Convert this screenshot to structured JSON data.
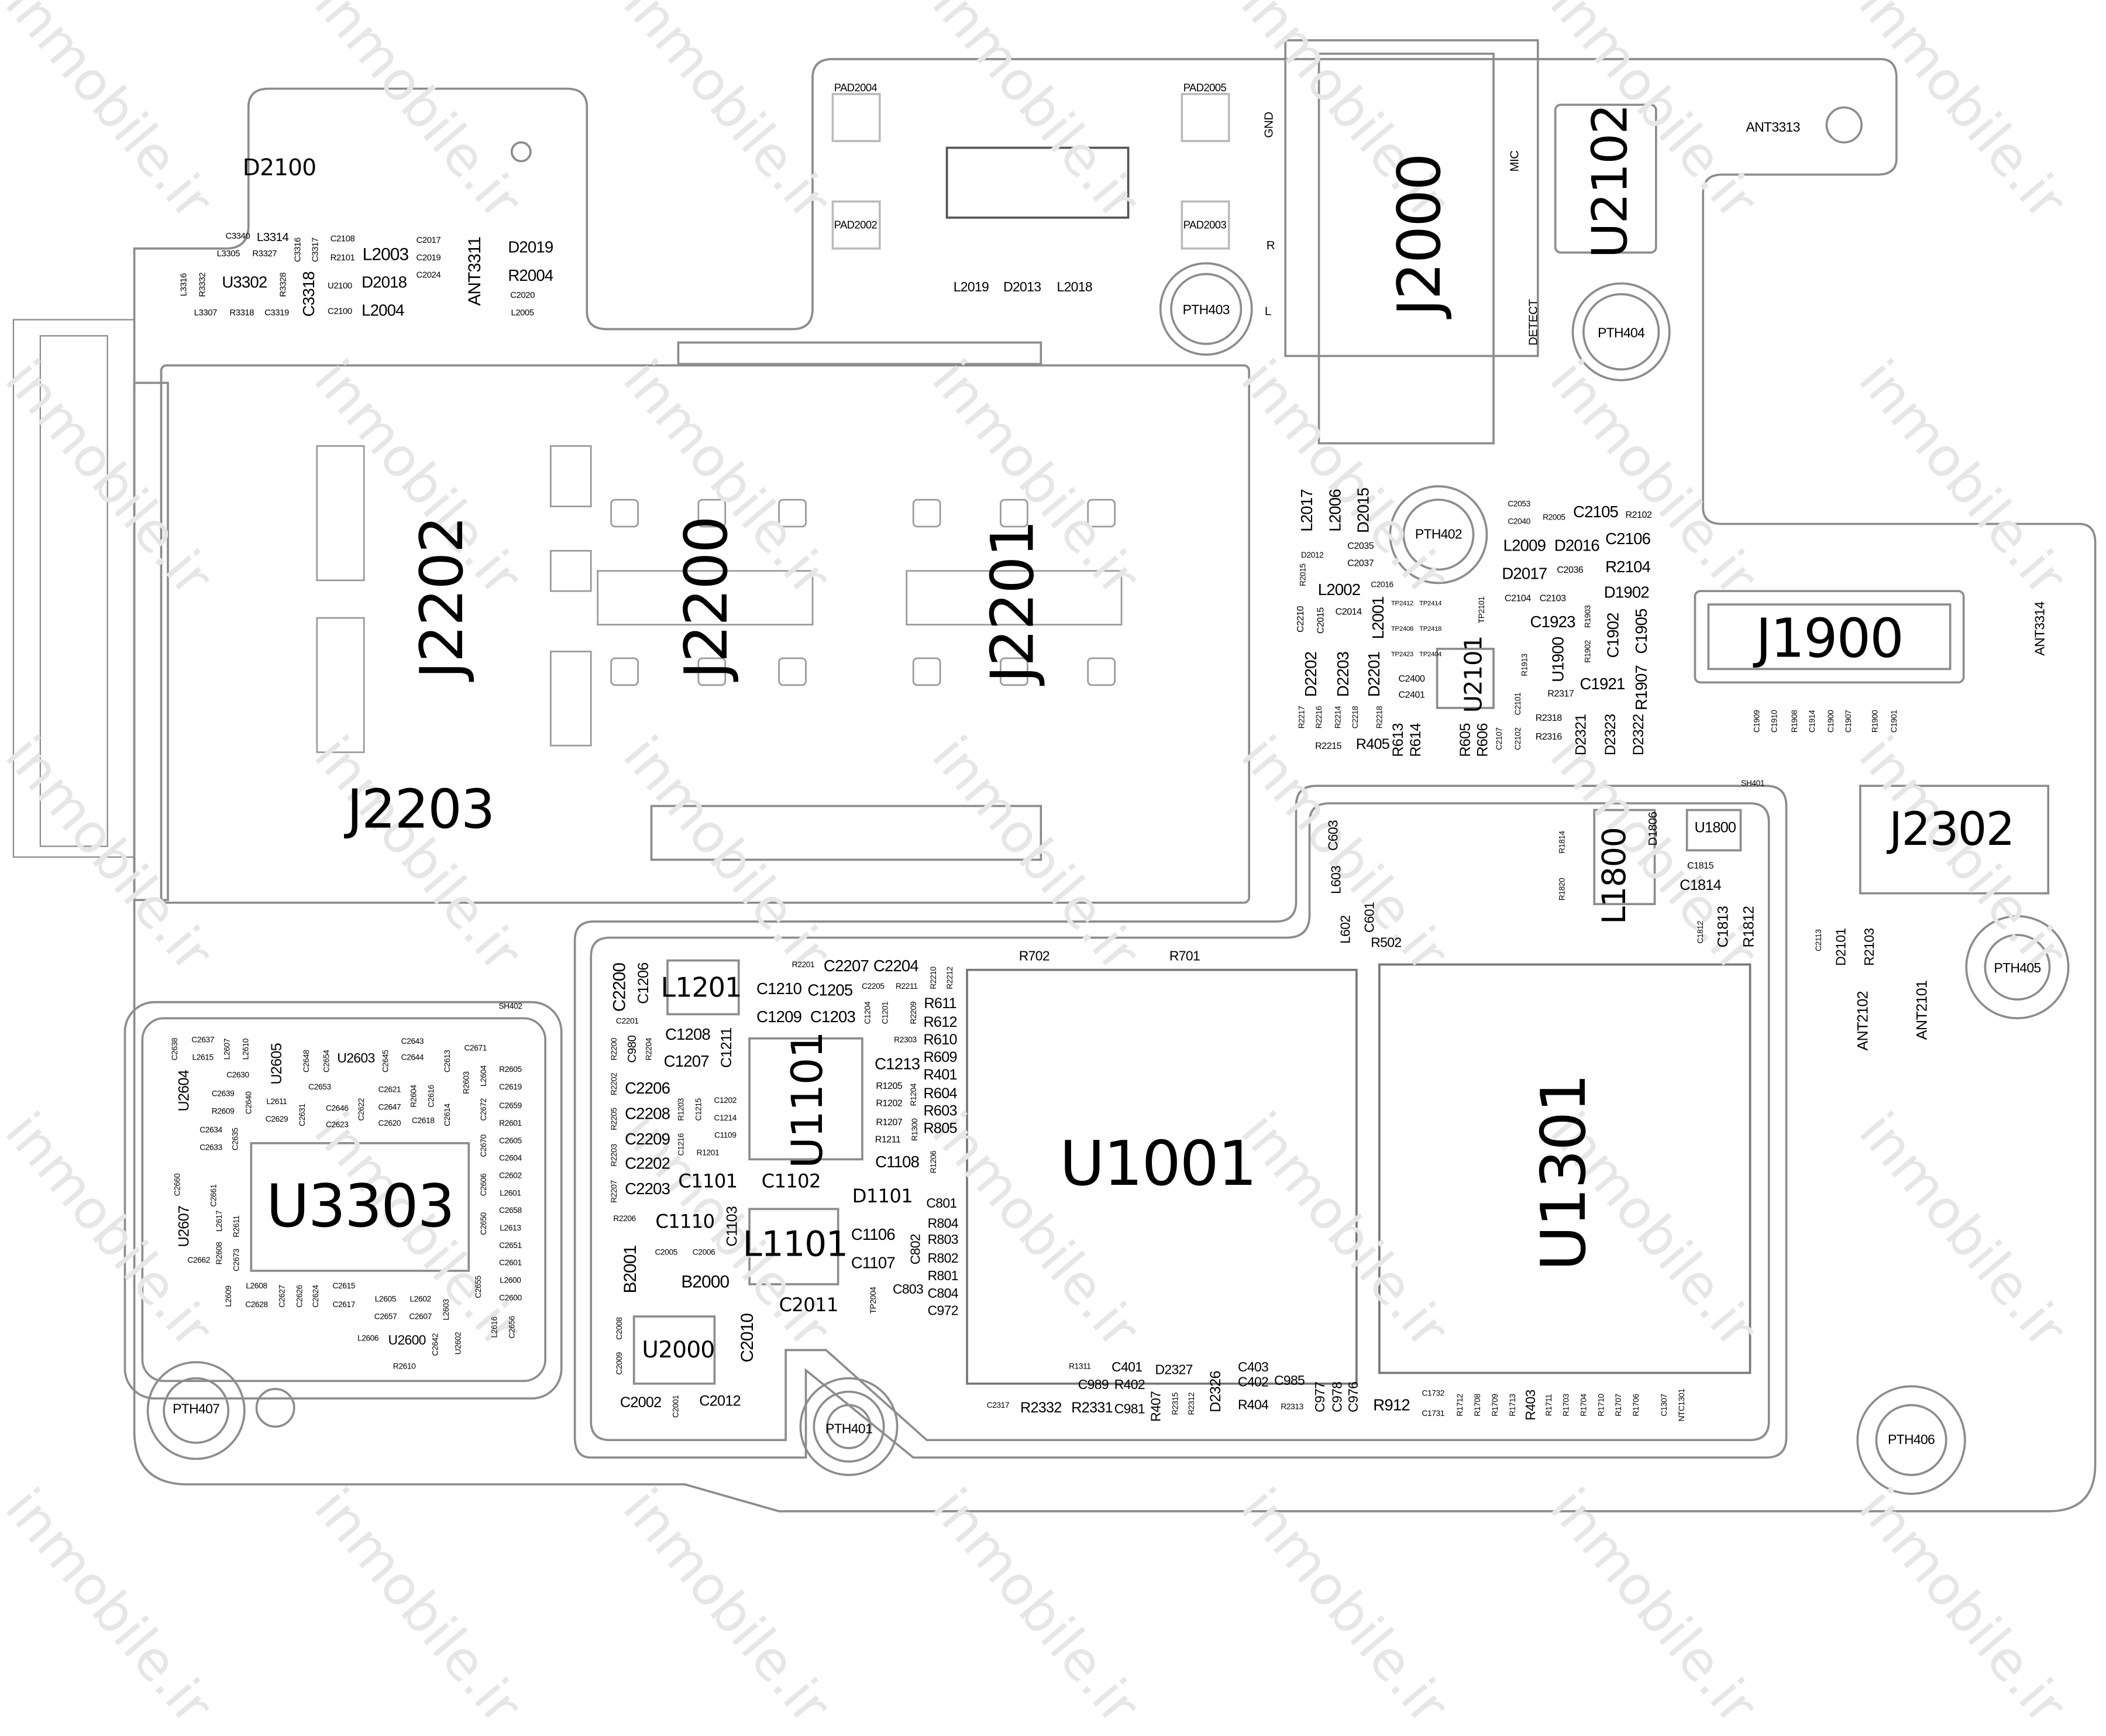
{
  "watermark": "inmobile.ir",
  "colors": {
    "outline": "#8c8c8c",
    "pad": "#9a9a9a",
    "text": "#000000",
    "watermark": "#e6e6e6"
  },
  "labels": [
    "D2100",
    "C3340",
    "L3314",
    "L3305",
    "R3327",
    "C3316",
    "C3317",
    "C2108",
    "R2101",
    "L2003",
    "C2017",
    "C2019",
    "C2024",
    "ANT3311",
    "D2019",
    "R2004",
    "C2020",
    "L2005",
    "L3316",
    "R3332",
    "U3302",
    "R3328",
    "C3318",
    "U2100",
    "D2018",
    "L3307",
    "R3318",
    "C3319",
    "C2100",
    "L2004",
    "PAD2004",
    "PAD2005",
    "PAD2002",
    "PAD2003",
    "L2019",
    "D2013",
    "L2018",
    "PTH403",
    "GND",
    "R",
    "L",
    "MIC",
    "DETECT",
    "J2000",
    "U2102",
    "ANT3313",
    "PTH404",
    "J2202",
    "J2200",
    "J2201",
    "J2203",
    "L2017",
    "L2006",
    "D2015",
    "D2012",
    "C2035",
    "C2037",
    "R2015",
    "L2002",
    "C2016",
    "PTH402",
    "C2053",
    "C2040",
    "R2005",
    "C2105",
    "R2102",
    "L2009",
    "D2016",
    "C2106",
    "D2017",
    "C2036",
    "R2104",
    "D1902",
    "C2104",
    "C2103",
    "TP2101",
    "C2210",
    "C2015",
    "C2014",
    "L2001",
    "TP2412",
    "TP2414",
    "TP2408",
    "TP2418",
    "TP2423",
    "TP2404",
    "C1923",
    "R1903",
    "C1902",
    "C1905",
    "U2101",
    "D2202",
    "D2203",
    "D2201",
    "C2400",
    "C2401",
    "R1913",
    "U1900",
    "R1902",
    "C1921",
    "R1907",
    "R2317",
    "C2101",
    "R2217",
    "R2216",
    "R2214",
    "C2218",
    "R2218",
    "R2215",
    "R405",
    "R613",
    "R614",
    "R605",
    "R606",
    "C2107",
    "C2102",
    "R2318",
    "R2316",
    "D2321",
    "D2323",
    "D2322",
    "J1900",
    "ANT3314",
    "C1909",
    "C1910",
    "R1908",
    "C1914",
    "C1900",
    "C1907",
    "R1900",
    "C1901",
    "SH401",
    "J2302",
    "R1814",
    "R1820",
    "L1800",
    "D1806",
    "U1800",
    "C1815",
    "C1814",
    "C1812",
    "C1813",
    "R1812",
    "C2113",
    "D2101",
    "R2103",
    "ANT2102",
    "ANT2101",
    "PTH405",
    "PTH406",
    "PTH407",
    "PTH401",
    "SH402",
    "C603",
    "L603",
    "C601",
    "L602",
    "R502",
    "R702",
    "R701",
    "U1001",
    "U1301",
    "C2638",
    "C2637",
    "L2607",
    "L2610",
    "L2615",
    "C2630",
    "U2604",
    "U2605",
    "C2648",
    "C2654",
    "U2603",
    "C2645",
    "C2643",
    "C2644",
    "C2613",
    "C2671",
    "R2603",
    "L2604",
    "R2605",
    "C2619",
    "C2659",
    "R2601",
    "C2605",
    "C2604",
    "C2602",
    "L2601",
    "C2658",
    "L2613",
    "C2651",
    "C2601",
    "L2600",
    "C2600",
    "C2672",
    "C2670",
    "C2606",
    "C2650",
    "C2655",
    "L2616",
    "C2656",
    "C2639",
    "R2609",
    "C2640",
    "L2611",
    "C2629",
    "C2653",
    "C2631",
    "C2646",
    "C2623",
    "C2622",
    "C2621",
    "C2647",
    "C2620",
    "R2604",
    "C2616",
    "C2614",
    "C2618",
    "C2634",
    "C2633",
    "C2635",
    "U3303",
    "C2660",
    "U2607",
    "C2661",
    "L2617",
    "R2611",
    "R2608",
    "C2662",
    "C2673",
    "L2609",
    "L2608",
    "C2628",
    "C2627",
    "C2626",
    "C2624",
    "C2615",
    "C2617",
    "L2605",
    "L2602",
    "C2657",
    "C2607",
    "L2603",
    "L2606",
    "U2600",
    "C2642",
    "U2602",
    "R2610",
    "C2200",
    "C1206",
    "L1201",
    "R2201",
    "C2207",
    "C2204",
    "R2210",
    "R2212",
    "C1210",
    "C1205",
    "C2205",
    "R2211",
    "C1209",
    "C1203",
    "C1204",
    "C1201",
    "R2209",
    "R611",
    "R612",
    "R610",
    "R609",
    "R401",
    "R604",
    "R603",
    "R805",
    "C2201",
    "R2200",
    "C980",
    "R2204",
    "C1208",
    "C1207",
    "C1211",
    "R2303",
    "C1213",
    "U1101",
    "R2202",
    "C2206",
    "R2205",
    "C2208",
    "R1203",
    "C1215",
    "C1202",
    "C1214",
    "C1109",
    "R1205",
    "R1202",
    "R1207",
    "R1211",
    "R1204",
    "R1300",
    "R2203",
    "C2209",
    "C2202",
    "C1216",
    "R1201",
    "C1108",
    "R1206",
    "R2207",
    "C2203",
    "C1101",
    "C1102",
    "D1101",
    "C801",
    "R2206",
    "C1110",
    "C1103",
    "C1106",
    "C1107",
    "C802",
    "R804",
    "R803",
    "R802",
    "R801",
    "C803",
    "C804",
    "C972",
    "TP2004",
    "B2001",
    "C2005",
    "C2006",
    "B2000",
    "C2011",
    "C2008",
    "C2009",
    "U2000",
    "C2010",
    "C2002",
    "C2001",
    "C2012",
    "L1101",
    "R1311",
    "C401",
    "D2327",
    "C989",
    "R402",
    "C2317",
    "R2332",
    "R2331",
    "C981",
    "R407",
    "R2315",
    "R2312",
    "D2326",
    "C403",
    "C402",
    "R404",
    "C985",
    "R2313",
    "C977",
    "C978",
    "C976",
    "R912",
    "C1732",
    "C1731",
    "R1712",
    "R1708",
    "R1709",
    "R1713",
    "R403",
    "R1711",
    "R1703",
    "R1704",
    "R1710",
    "R1707",
    "R1706",
    "C1307",
    "NTC1301"
  ]
}
